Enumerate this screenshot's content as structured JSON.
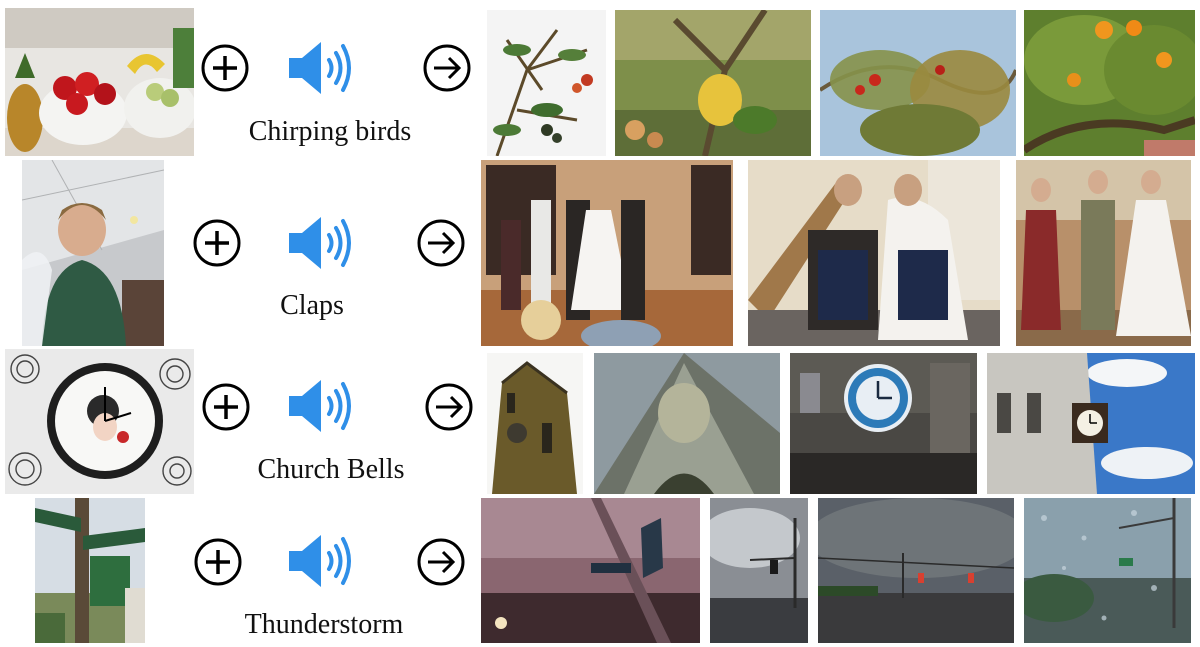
{
  "rows": [
    {
      "query_image": {
        "subject": "fruit bowls with pineapple and bananas on a shelf"
      },
      "sound_label": "Chirping birds",
      "results": [
        {
          "subject": "tomato plant branches against white sky"
        },
        {
          "subject": "lemon tree branch in garden"
        },
        {
          "subject": "red berries on branches against blue sky"
        },
        {
          "subject": "orange tree with oranges"
        }
      ]
    },
    {
      "query_image": {
        "subject": "blurred-face person in green jacket with veil"
      },
      "sound_label": "Claps",
      "results": [
        {
          "subject": "wedding ceremony in a room"
        },
        {
          "subject": "bride and groom seated near staircase"
        },
        {
          "subject": "wedding procession with bride"
        }
      ]
    },
    {
      "query_image": {
        "subject": "wall clock on patterned wallpaper"
      },
      "sound_label": "Church Bells",
      "results": [
        {
          "subject": "church tower with clock"
        },
        {
          "subject": "church facade with sundial"
        },
        {
          "subject": "blue clock on stone building"
        },
        {
          "subject": "clock tower against blue sky"
        }
      ]
    },
    {
      "query_image": {
        "subject": "street signs Greene and Lippard on a pole"
      },
      "sound_label": "Thunderstorm",
      "results": [
        {
          "subject": "street sign under dark stormy sky"
        },
        {
          "subject": "traffic lights under cloudy sky"
        },
        {
          "subject": "intersection with traffic lights under storm clouds"
        },
        {
          "subject": "rainy window view of traffic light"
        }
      ]
    }
  ],
  "icons": {
    "plus": "plus-circle-icon",
    "speaker": "speaker-icon",
    "arrow": "arrow-right-circle-icon"
  },
  "colors": {
    "speaker": "#2f8fe8",
    "icon_stroke": "#000000"
  }
}
